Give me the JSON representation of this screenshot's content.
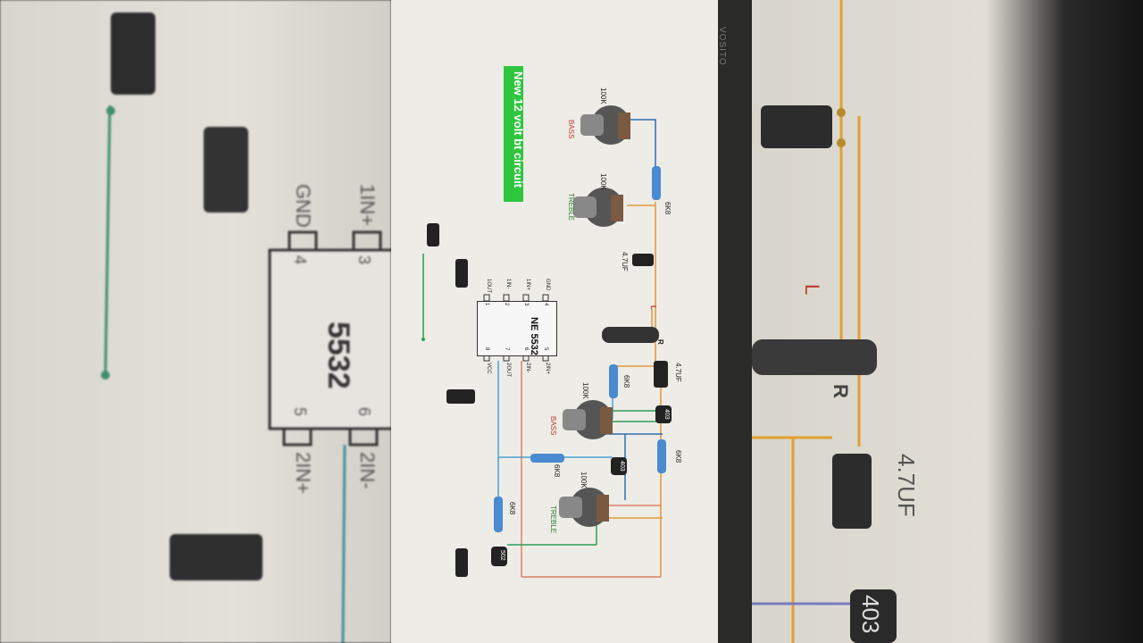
{
  "caption": "New 12 volt bt circuit",
  "bezel_brand": "VOSITO",
  "chip": {
    "name": "NE 5532",
    "pins_top": [
      "1OUT",
      "1IN-",
      "1IN+",
      "GND"
    ],
    "pins_top_nums": [
      "1",
      "2",
      "3",
      "4"
    ],
    "pins_bottom": [
      "VCC",
      "2OUT",
      "2IN-",
      "2IN+"
    ],
    "pins_bottom_nums": [
      "8",
      "7",
      "6",
      "5"
    ]
  },
  "top_section": {
    "pot1_value": "100K",
    "pot1_label": "BASS",
    "pot2_value": "100K",
    "pot2_label": "TREBLE",
    "resistor_value": "6K8",
    "cap_value": "4.7UF",
    "jack_left": "L",
    "jack_right": "R"
  },
  "bottom_section": {
    "cap_value": "4.7UF",
    "res1_value": "6K8",
    "pot1_value": "100K",
    "pot1_label": "BASS",
    "cap403_a": "403",
    "cap403_b": "403",
    "res2_value": "6K8",
    "res3_value": "6K8",
    "pot2_value": "100K",
    "pot2_label": "TREBLE",
    "res4_value": "6K8",
    "cap502": "502"
  },
  "left_bg": {
    "pins_top": [
      "GND",
      "1IN+"
    ],
    "pins_top_nums": [
      "4",
      "3"
    ],
    "chip_text": "5532",
    "pins_bottom_nums": [
      "5",
      "6"
    ],
    "pins_bottom": [
      "2IN+",
      "2IN-"
    ]
  },
  "right_bg": {
    "label_l": "L",
    "label_r": "R",
    "cap_value": "4.7UF",
    "cap_code": "403"
  }
}
